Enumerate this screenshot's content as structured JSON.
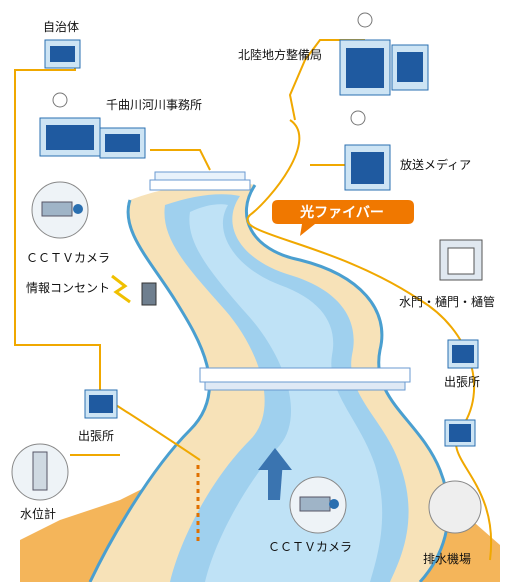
{
  "labels": {
    "municipality": "自治体",
    "hokuriku_bureau": "北陸地方整備局",
    "chikuma_office": "千曲川河川事務所",
    "broadcast_media": "放送メディア",
    "optical_fiber": "光ファイバー",
    "cctv_camera_upper": "ＣＣＴＶカメラ",
    "info_outlet": "情報コンセント",
    "gates": "水門・樋門・樋管",
    "branch_office_right": "出張所",
    "branch_office_left": "出張所",
    "water_level_gauge": "水位計",
    "cctv_camera_lower": "ＣＣＴＶカメラ",
    "drainage_pump_station": "排水機場"
  },
  "colors": {
    "fiber_line": "#f0a800",
    "fiber_banner": "#f07800",
    "river_water": "#9fd0ee",
    "river_bank": "#f7e2b8",
    "ground": "#f4b55a",
    "building_window": "#1f5aa0"
  }
}
